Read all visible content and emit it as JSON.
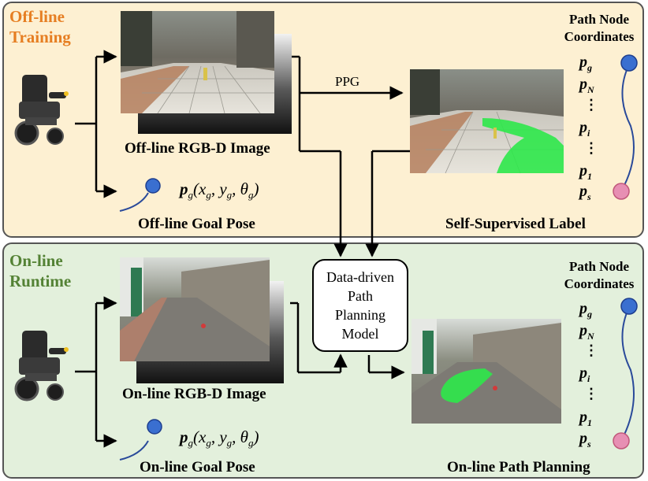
{
  "colors": {
    "top_panel_bg": "#fdf0d2",
    "bottom_panel_bg": "#e3f0dc",
    "offline_title": "#e67e22",
    "online_title": "#548235",
    "goal_node": "#3a6fd0",
    "start_node": "#e78fb3",
    "path_overlay": "#2ee84a"
  },
  "offline": {
    "title_line1": "Off-line",
    "title_line2": "Training",
    "image_label": "Off-line RGB-D Image",
    "goal_label": "Off-line Goal Pose",
    "arrow_label": "PPG",
    "output_label": "Self-Supervised Label",
    "pn_title_line1": "Path Node",
    "pn_title_line2": "Coordinates"
  },
  "online": {
    "title_line1": "On-line",
    "title_line2": "Runtime",
    "image_label": "On-line RGB-D Image",
    "goal_label": "On-line Goal Pose",
    "output_label": "On-line Path Planning",
    "pn_title_line1": "Path Node",
    "pn_title_line2": "Coordinates"
  },
  "pose_formula": {
    "symbol": "p",
    "sub": "g",
    "args": "(x",
    "arg_x_sub": "g",
    "arg_y": ", y",
    "arg_y_sub": "g",
    "arg_t": ", θ",
    "arg_t_sub": "g",
    "close": ")"
  },
  "model": {
    "line1": "Data-driven",
    "line2": "Path",
    "line3": "Planning",
    "line4": "Model"
  },
  "path_nodes": {
    "g": "p",
    "g_sub": "g",
    "N": "p",
    "N_sub": "N",
    "i": "p",
    "i_sub": "i",
    "one": "p",
    "one_sub": "1",
    "s": "p",
    "s_sub": "s",
    "dots": "⋮"
  },
  "icons": [
    "wheelchair-icon",
    "goal-pose-icon",
    "path-curve-icon"
  ]
}
